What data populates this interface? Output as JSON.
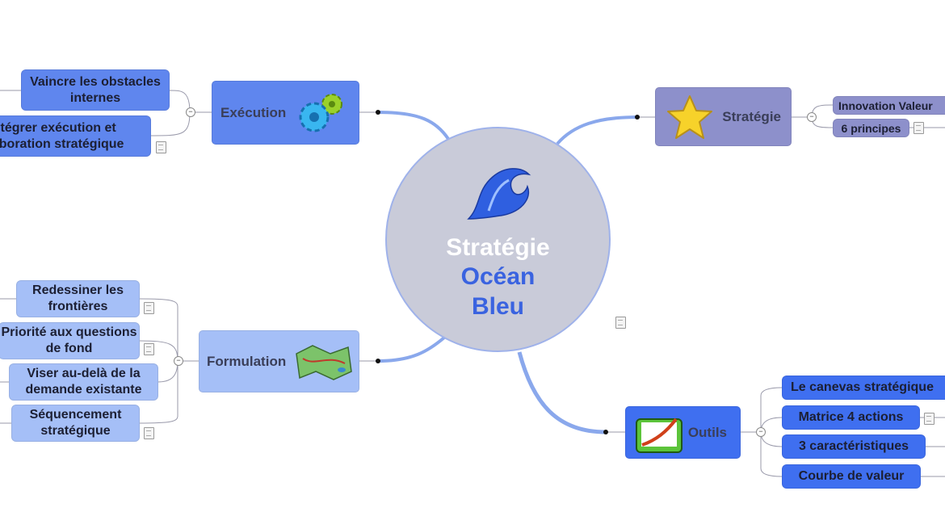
{
  "center": {
    "line1": "Stratégie",
    "line2": "Océan",
    "line3": "Bleu"
  },
  "branches": {
    "execution": {
      "label": "Exécution",
      "children": [
        "Vaincre les obstacles internes",
        "Intégrer exécution et élaboration stratégique"
      ]
    },
    "strategie": {
      "label": "Stratégie",
      "children": [
        "Innovation Valeur",
        "6 principes"
      ]
    },
    "formulation": {
      "label": "Formulation",
      "children": [
        "Redessiner les frontières",
        "Priorité aux questions de fond",
        "Viser au-delà de la demande existante",
        "Séquencement stratégique"
      ]
    },
    "outils": {
      "label": "Outils",
      "children": [
        "Le canevas stratégique",
        "Matrice 4 actions",
        "3 caractéristiques",
        "Courbe de valeur"
      ]
    }
  },
  "colors": {
    "execution": "#5f86ee",
    "strategie": "#8d90cb",
    "formulation": "#a5bff7",
    "outils": "#3f6ff0",
    "center": "#c9cbd9",
    "accent": "#3a63e0"
  }
}
